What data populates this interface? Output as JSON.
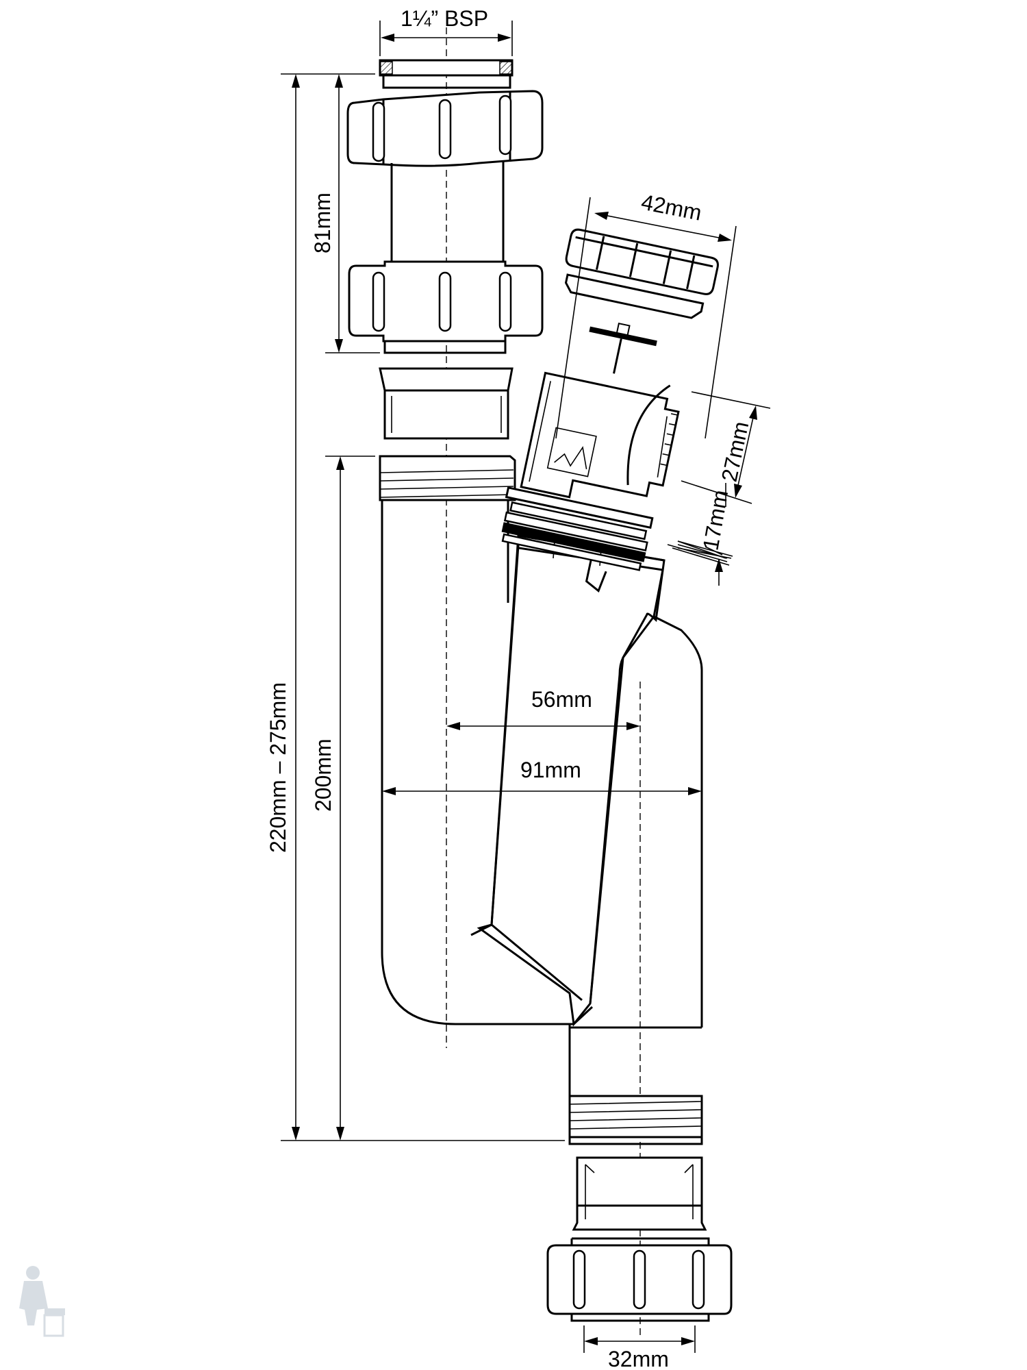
{
  "dimensions": {
    "top_thread": "1¼” BSP",
    "upper_length": "81mm",
    "waste_width": "42mm",
    "valve_height": "27mm",
    "gasket_height": "17mm",
    "overall_range": "220mm – 275mm",
    "body_height": "200mm",
    "center_offset": "56mm",
    "body_width": "91mm",
    "outlet": "32mm"
  },
  "colors": {
    "line": "#000000",
    "background": "#ffffff",
    "watermark": "#c7d0d8"
  },
  "icons": {
    "logo": "plumber-logo-icon"
  }
}
